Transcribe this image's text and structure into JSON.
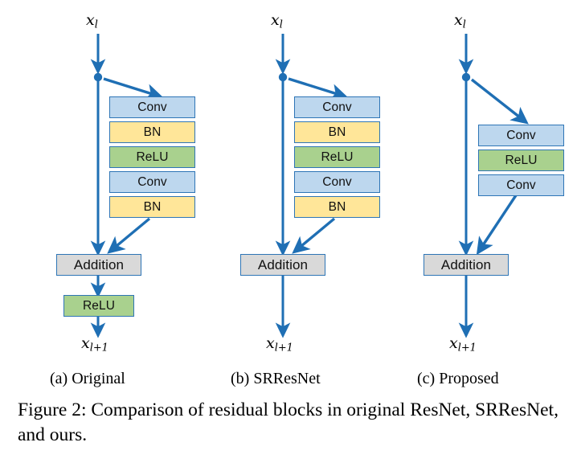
{
  "figure": {
    "caption": "Figure 2: Comparison of residual blocks in original ResNet, SRResNet, and ours.",
    "input_label_base": "x",
    "input_label_sub": "l",
    "output_label_base": "x",
    "output_label_sub": "l+1",
    "colors": {
      "conv": "#BDD7EE",
      "bn": "#FFE699",
      "relu": "#A9D18E",
      "addition": "#D9D9D9",
      "border": "#2E75B6",
      "arrow": "#1F6FB4",
      "background": "#FFFFFF",
      "text": "#111111"
    },
    "columns": [
      {
        "id": "a",
        "subcaption": "(a) Original",
        "input_label_base": "x",
        "input_label_sub": "l",
        "output_label_base": "x",
        "output_label_sub": "l+1",
        "branch_blocks": [
          {
            "label": "Conv",
            "fill": "conv"
          },
          {
            "label": "BN",
            "fill": "bn"
          },
          {
            "label": "ReLU",
            "fill": "relu"
          },
          {
            "label": "Conv",
            "fill": "conv"
          },
          {
            "label": "BN",
            "fill": "bn"
          }
        ],
        "merge_block": {
          "label": "Addition",
          "fill": "addition"
        },
        "post_blocks": [
          {
            "label": "ReLU",
            "fill": "relu"
          }
        ]
      },
      {
        "id": "b",
        "subcaption": "(b) SRResNet",
        "input_label_base": "x",
        "input_label_sub": "l",
        "output_label_base": "x",
        "output_label_sub": "l+1",
        "branch_blocks": [
          {
            "label": "Conv",
            "fill": "conv"
          },
          {
            "label": "BN",
            "fill": "bn"
          },
          {
            "label": "ReLU",
            "fill": "relu"
          },
          {
            "label": "Conv",
            "fill": "conv"
          },
          {
            "label": "BN",
            "fill": "bn"
          }
        ],
        "merge_block": {
          "label": "Addition",
          "fill": "addition"
        },
        "post_blocks": []
      },
      {
        "id": "c",
        "subcaption": "(c) Proposed",
        "input_label_base": "x",
        "input_label_sub": "l",
        "output_label_base": "x",
        "output_label_sub": "l+1",
        "branch_blocks": [
          {
            "label": "Conv",
            "fill": "conv"
          },
          {
            "label": "ReLU",
            "fill": "relu"
          },
          {
            "label": "Conv",
            "fill": "conv"
          }
        ],
        "merge_block": {
          "label": "Addition",
          "fill": "addition"
        },
        "post_blocks": []
      }
    ]
  }
}
